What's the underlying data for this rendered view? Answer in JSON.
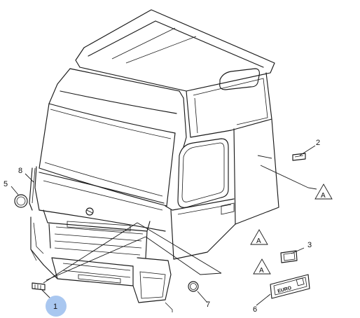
{
  "callouts": {
    "c1": "1",
    "c2": "2",
    "c3": "3",
    "c5": "5",
    "c6": "6",
    "c7": "7",
    "c8": "8"
  },
  "reference_marker": "A",
  "euro_plate_text": "EURO",
  "highlight_color": "#a9c7f0"
}
